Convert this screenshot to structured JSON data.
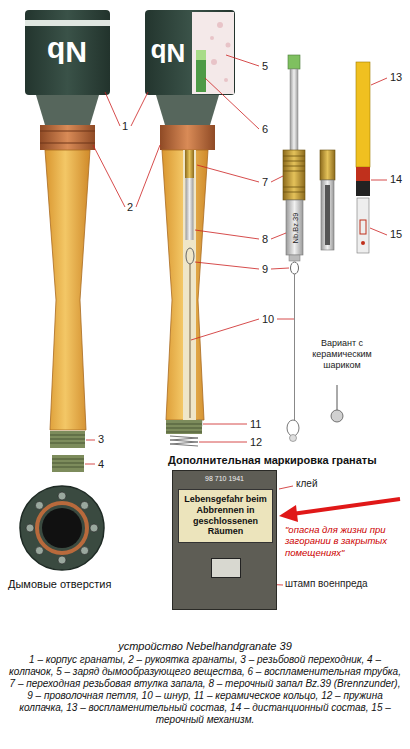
{
  "diagram": {
    "title": "устройство Nebelhandgranate 39",
    "caption": "1 – корпус гранаты, 2 – рукоятка гранаты, 3 – резьбовой переходник, 4 – колпачок, 5 – заряд дымообразующего вещества, 6 – воспламенительная трубка, 7 – переходная резьбовая втулка запала, 8 – терочный запал Bz.39 (Brennzunder), 9 – проволочная петля, 10 – шнур, 11 – керамическое кольцо, 12 – пружина колпачка, 13 – воспламенительный состав, 14 – дистанционный состав, 15 – терочный механизм.",
    "nodes": [
      {
        "text": [
          "98 710 1941"
        ]
      },
      {
        "text": [
          "Lebensgefahr beim Abbrennen in geschlossenen Räumen"
        ],
        "in": 0
      }
    ],
    "labels": [
      "Nb",
      "Nb",
      "1",
      "2",
      "3",
      "4",
      "5",
      "6",
      "7",
      "8",
      "9",
      "10",
      "11",
      "12",
      "13",
      "14",
      "15",
      "Nb.Bz.39",
      "Вариант с керамическим шариком",
      "Дымовые отверстия",
      "Дополнительная маркировка гранаты",
      "клей",
      "\"опасна для жизни при загорании в закрытых помещениях\"",
      "штамп военпреда"
    ]
  }
}
